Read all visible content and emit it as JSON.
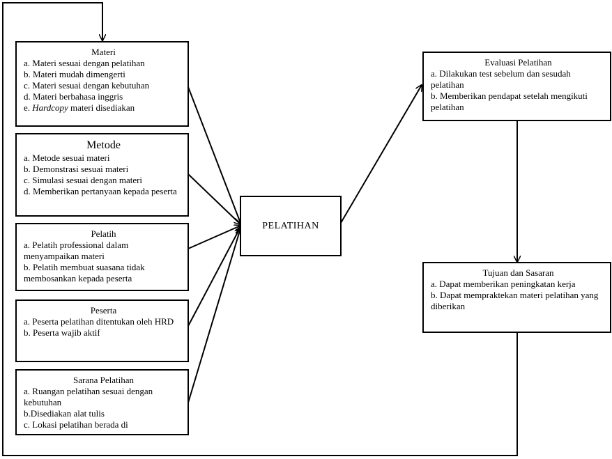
{
  "materi": {
    "title": "Materi",
    "items": [
      "a. Materi sesuai dengan pelatihan",
      "b. Materi mudah dimengerti",
      "c. Materi sesuai dengan kebutuhan",
      "d. Materi berbahasa inggris"
    ],
    "item5_prefix": "e. ",
    "item5_italic": "Hardcopy",
    "item5_suffix": " materi disediakan"
  },
  "metode": {
    "title": "Metode",
    "items": [
      "a. Metode sesuai materi",
      "b. Demonstrasi sesuai materi",
      "c. Simulasi sesuai dengan materi",
      "d. Memberikan pertanyaan kepada peserta"
    ]
  },
  "pelatih": {
    "title": "Pelatih",
    "items": [
      "a. Pelatih professional dalam menyampaikan materi",
      "b. Pelatih membuat suasana tidak membosankan kepada peserta"
    ]
  },
  "peserta": {
    "title": "Peserta",
    "items": [
      "a. Peserta pelatihan ditentukan oleh HRD",
      "b. Peserta wajib aktif"
    ]
  },
  "sarana": {
    "title": "Sarana Pelatihan",
    "items": [
      "a. Ruangan pelatihan sesuai dengan kebutuhan",
      "b.Disediakan alat tulis",
      "c. Lokasi pelatihan berada di"
    ]
  },
  "pelatihan": {
    "label": "PELATIHAN"
  },
  "evaluasi": {
    "title": "Evaluasi Pelatihan",
    "items": [
      "a. Dilakukan test sebelum dan sesudah pelatihan",
      "b. Memberikan pendapat setelah mengikuti pelatihan"
    ]
  },
  "tujuan": {
    "title": "Tujuan dan Sasaran",
    "items": [
      "a. Dapat memberikan peningkatan kerja",
      "b. Dapat mempraktekan materi pelatihan yang diberikan"
    ]
  }
}
